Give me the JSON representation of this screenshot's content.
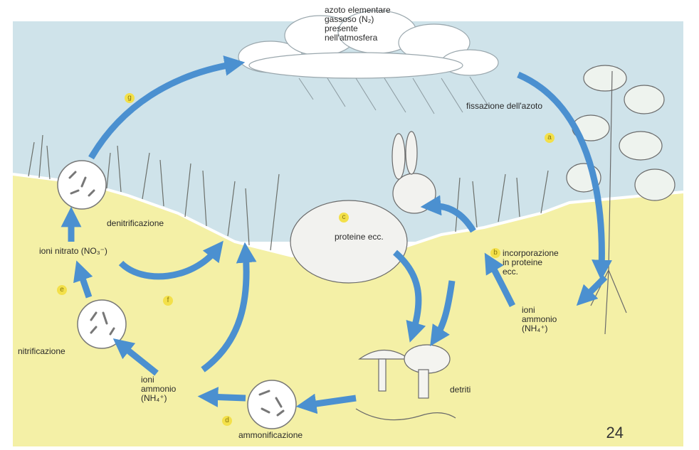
{
  "labels": {
    "atmosphere": [
      "azoto elementare",
      "gassoso (N₂)",
      "presente",
      "nell'atmosfera"
    ],
    "fixation": "fissazione dell'azoto",
    "denitrification": "denitrificazione",
    "nitrate_ions": "ioni nitrato (NO₃⁻)",
    "nitrification": "nitrificazione",
    "ammonium_left": [
      "ioni",
      "ammonio",
      "(NH₄⁺)"
    ],
    "ammonification": "ammonificazione",
    "detritus": "detriti",
    "proteins": "proteine ecc.",
    "incorporation": [
      "incorporazione",
      "in proteine",
      "ecc."
    ],
    "ammonium_right": [
      "ioni",
      "ammonio",
      "(NH₄⁺)"
    ]
  },
  "letters": {
    "a": "a",
    "b": "b",
    "c": "c",
    "d": "d",
    "e": "e",
    "f": "f",
    "g": "g"
  },
  "page_number": "24",
  "colors": {
    "sky": "#cfe3ea",
    "soil": "#f4f0a6",
    "arrow": "#4b90d0",
    "ground_line": "#ffffff",
    "letter_badge": "#f3e04a"
  }
}
